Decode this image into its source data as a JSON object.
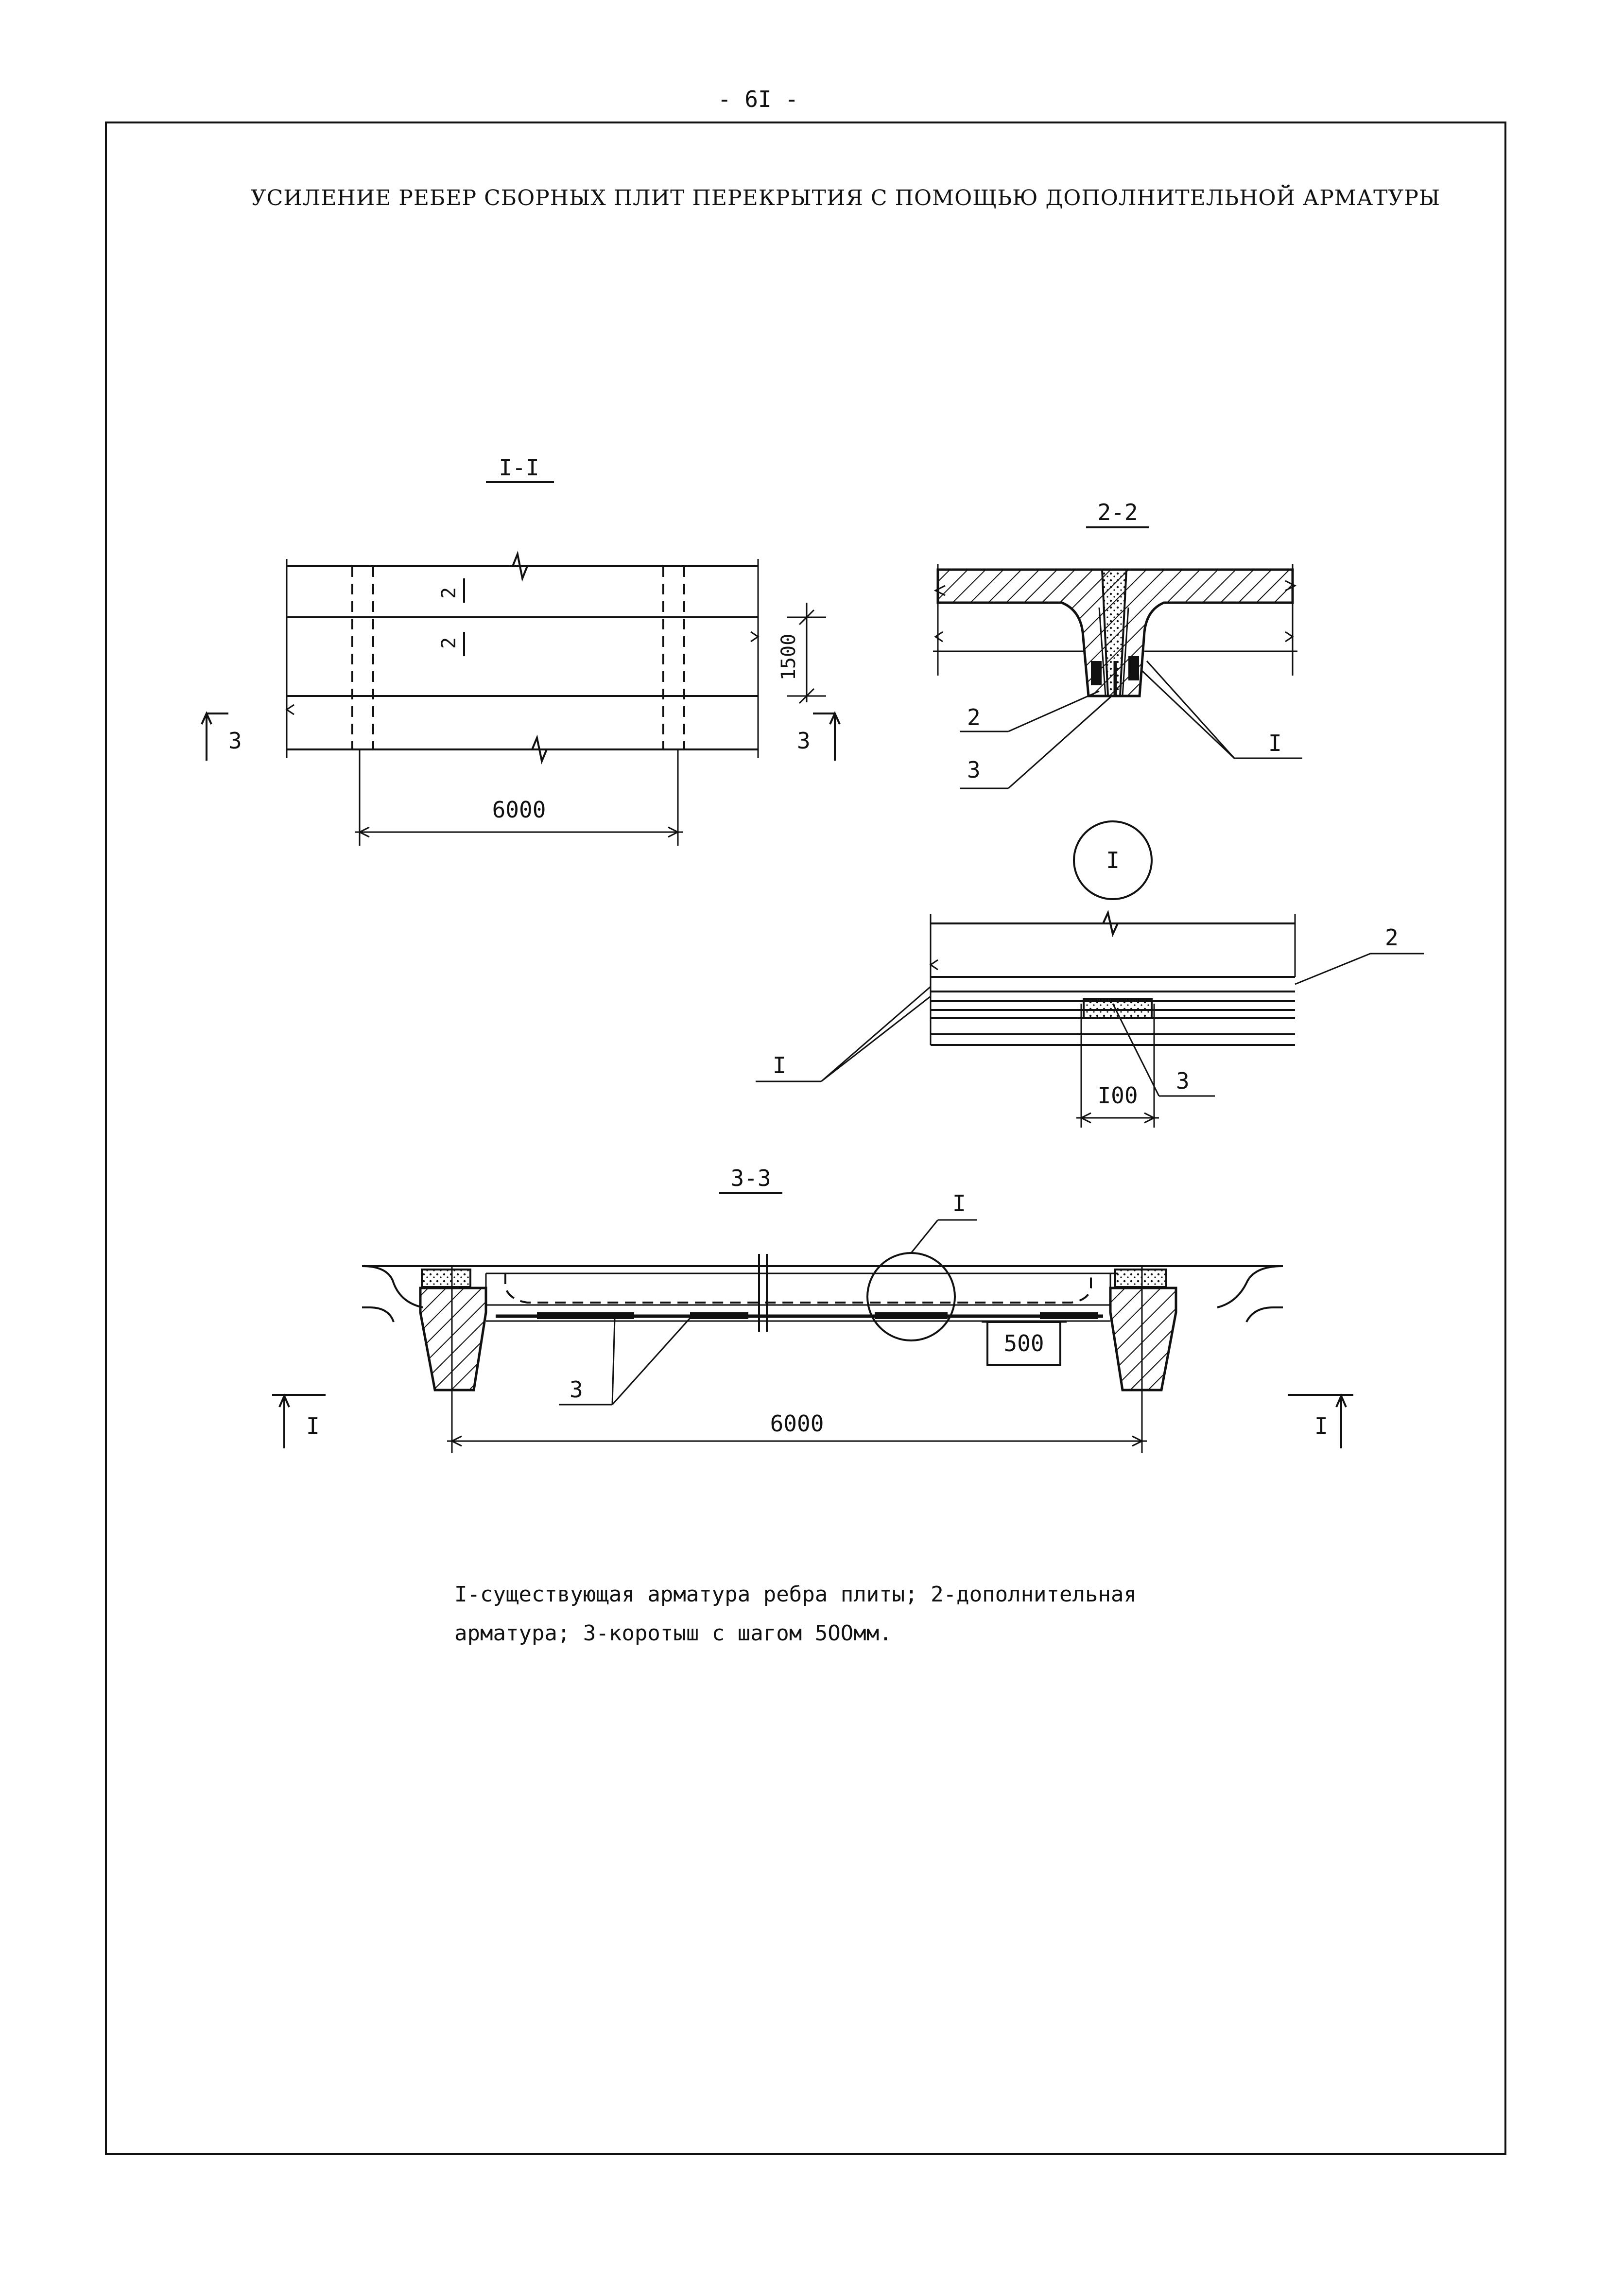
{
  "page_number": "- 6I -",
  "title": "УСИЛЕНИЕ  РЕБЕР СБОРНЫХ ПЛИТ ПЕРЕКРЫТИЯ С ПОМОЩЬЮ ДОПОЛНИТЕЛЬНОЙ  АРМАТУРЫ",
  "section_1": {
    "label": "I-I",
    "dim_length": "6000",
    "dim_width": "1500",
    "cut_mark": "2",
    "cut_3_left": "3",
    "cut_3_right": "3"
  },
  "section_2": {
    "label": "2-2",
    "leader_2": "2",
    "leader_3": "3",
    "leader_1": "I"
  },
  "detail_1": {
    "circle_label": "I",
    "leader_2": "2",
    "leader_1": "I",
    "leader_3": "3",
    "dim": "I00"
  },
  "section_3": {
    "label": "3-3",
    "leader_1": "I",
    "leader_3": "3",
    "dim_spacing": "500",
    "dim_length": "6000",
    "cut_1_left": "I",
    "cut_1_right": "I"
  },
  "legend": {
    "line1": "I-существующая арматура ребра плиты; 2-дополнительная",
    "line2": "арматура; 3-коротыш с шагом  5ООмм."
  }
}
